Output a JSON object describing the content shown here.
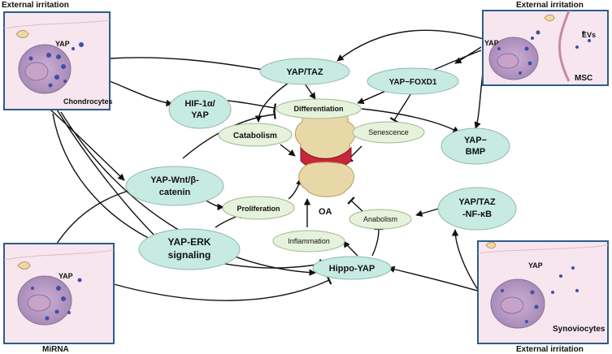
{
  "external_labels": {
    "top_left": "External irritation",
    "top_right": "External irritation",
    "bottom_right": "External irritation"
  },
  "panels": {
    "chondrocytes": {
      "title": "Chondrocytes",
      "yap": "YAP"
    },
    "msc": {
      "title": "MSC",
      "yap": "YAP",
      "evs": "EVs"
    },
    "mirna": {
      "title": "MiRNA",
      "yap": "YAP"
    },
    "synoviocytes": {
      "title": "Synoviocytes",
      "yap": "YAP"
    }
  },
  "nodes": {
    "yap_taz": "YAP/TAZ",
    "yap_foxd1": "YAP−FOXD1",
    "hif_line1": "HIF-1α/",
    "hif_line2": "YAP",
    "differentiation": "Differentiation",
    "catabolism": "Catabolism",
    "senescence": "Senescence",
    "yap_bmp_line1": "YAP−",
    "yap_bmp_line2": "BMP",
    "wnt_line1": "YAP-Wnt/β-",
    "wnt_line2": "catenin",
    "proliferation": "Proliferation",
    "oa": "OA",
    "yap_taz_nfkb_line1": "YAP/TAZ",
    "yap_taz_nfkb_line2": "-NF-κB",
    "anabolism": "Anabolism",
    "erk_line1": "YAP-ERK",
    "erk_line2": "signaling",
    "inflammation": "Inflammation",
    "hippo_yap": "Hippo-YAP"
  },
  "colors": {
    "node_fill": "#c7ebe2",
    "node_stroke": "#8fb8ad",
    "process_fill": "#e6f2dc",
    "process_stroke": "#9fb88f",
    "panel_border": "#2b5d8c",
    "panel_bg": "#f7e6ee",
    "cell_fill": "#d9c3de",
    "nucleus_fill": "#b89ac4",
    "dots": "#3f4fa8"
  }
}
